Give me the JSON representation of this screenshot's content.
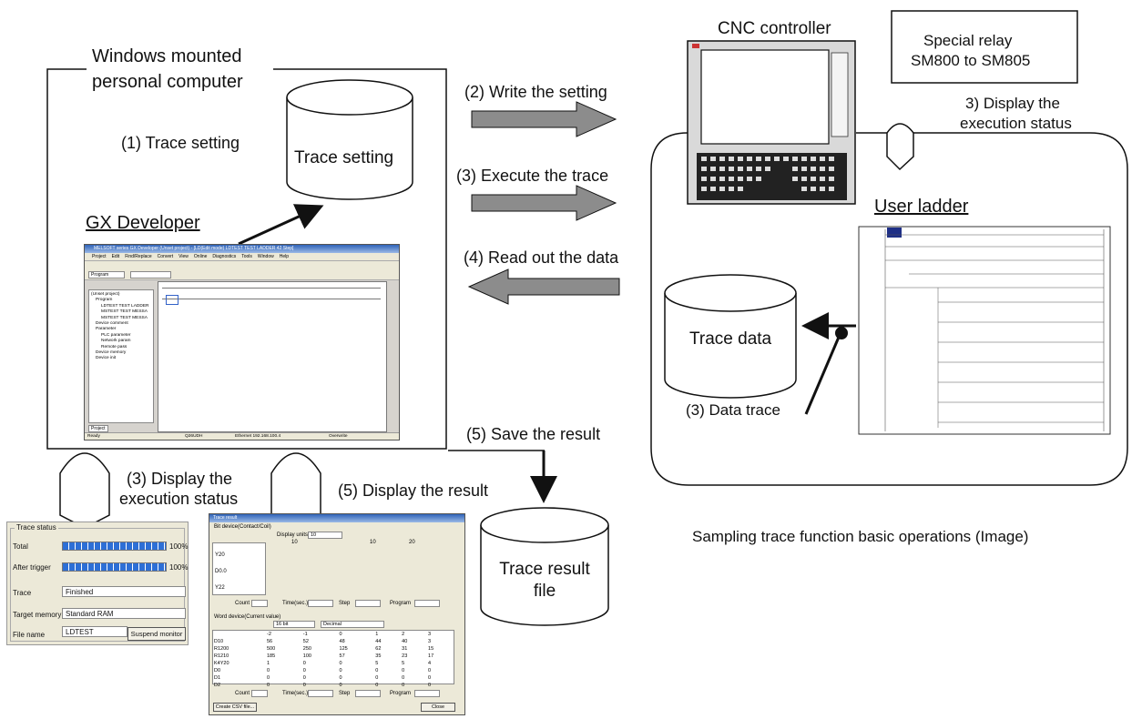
{
  "labels": {
    "windows_pc": "Windows mounted\npersonal computer",
    "windows_pc_line1": "Windows mounted",
    "windows_pc_line2": "personal computer",
    "trace_setting_step": "(1) Trace setting",
    "trace_setting_db": "Trace setting",
    "gx_developer": "GX Developer",
    "write_setting": "(2) Write the setting",
    "execute_trace": "(3) Execute the trace",
    "read_out": "(4) Read out the data",
    "save_result": "(5) Save the result",
    "display_exec_pc_1": "(3) Display the",
    "display_exec_pc_2": "execution status",
    "display_result": "(5) Display the result",
    "cnc_controller": "CNC controller",
    "special_relay_1": "Special relay",
    "special_relay_2": "SM800 to SM805",
    "display_exec_cnc_1": "3) Display the",
    "display_exec_cnc_2": "execution status",
    "user_ladder": "User ladder",
    "trace_data": "Trace data",
    "data_trace": "(3) Data trace",
    "trace_result_file_1": "Trace result",
    "trace_result_file_2": "file",
    "caption": "Sampling trace function basic operations (Image)"
  },
  "trace_status": {
    "title": "Trace status",
    "total_label": "Total",
    "total_pct": "100%",
    "after_trigger_label": "After trigger",
    "after_trigger_pct": "100%",
    "trace_label": "Trace",
    "trace_value": "Finished",
    "target_memory_label": "Target memory",
    "target_memory_value": "Standard RAM",
    "file_name_label": "File name",
    "file_name_value": "LDTEST",
    "suspend_button": "Suspend monitor"
  },
  "trace_result": {
    "title": "Trace result",
    "bit_group": "Bit device(Contact/Coil)",
    "display_units_label": "Display units",
    "display_units_value": "10",
    "bit_rows": [
      "Y20",
      "D0.0",
      "Y22"
    ],
    "markers": [
      "10",
      "10",
      "20"
    ],
    "count_label": "Count",
    "time_label": "Time(sec.)",
    "step_label": "Step",
    "program_label": "Program",
    "word_group": "Word device(Current value)",
    "bit_select": "16 bit",
    "radix_select": "Decimal",
    "word_header": [
      "-2",
      "-1",
      "0",
      "1",
      "2",
      "3"
    ],
    "word_rows": [
      {
        "name": "D10",
        "vals": [
          "56",
          "52",
          "48",
          "44",
          "40",
          "3"
        ]
      },
      {
        "name": "R1200",
        "vals": [
          "500",
          "250",
          "125",
          "62",
          "31",
          "15"
        ]
      },
      {
        "name": "R1210",
        "vals": [
          "185",
          "100",
          "57",
          "35",
          "23",
          "17"
        ]
      },
      {
        "name": "K4Y20",
        "vals": [
          "1",
          "0",
          "0",
          "5",
          "5",
          "4"
        ]
      },
      {
        "name": "D0",
        "vals": [
          "0",
          "0",
          "0",
          "0",
          "0",
          "0"
        ]
      },
      {
        "name": "D1",
        "vals": [
          "0",
          "0",
          "0",
          "0",
          "0",
          "0"
        ]
      },
      {
        "name": "D2",
        "vals": [
          "0",
          "0",
          "0",
          "0",
          "0",
          "0"
        ]
      }
    ],
    "create_csv_button": "Create CSV file...",
    "close_button": "Close"
  },
  "gx_window": {
    "title": "MELSOFT series GX Developer (Unset project) - [LD(Edit mode)   LDTEST TEST LADDER   42 Step]",
    "menu": [
      "Project",
      "Edit",
      "Find/Replace",
      "Convert",
      "View",
      "Online",
      "Diagnostics",
      "Tools",
      "Window",
      "Help"
    ],
    "combo": "Program",
    "tree": [
      "(Unset project)",
      "Program",
      "LDTEST TEST LADDER",
      "MSTEST TEST MESSA",
      "MSTEST TEST MESSA",
      "Device comment",
      "Parameter",
      "PLC parameter",
      "Network param",
      "Remote pass",
      "Device memory",
      "Device init"
    ],
    "project_tab": "Project",
    "status": [
      "Ready",
      "Q26UDH",
      "Ethernet 192.168.100.4",
      "Overwrite"
    ]
  },
  "colors": {
    "arrow_gray": "#8c8c8c",
    "line": "#111111",
    "progress_blue": "#2d6fd6",
    "marker_yellow": "#f2ee5a"
  }
}
